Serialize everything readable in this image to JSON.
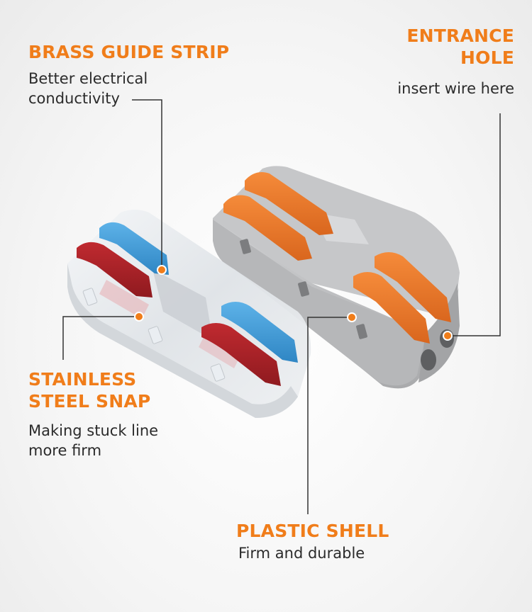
{
  "callouts": {
    "brass": {
      "title": "BRASS GUIDE STRIP",
      "text": "Better electrical conductivity"
    },
    "entrance": {
      "title": "ENTRANCE HOLE",
      "text": "insert wire here"
    },
    "snap": {
      "title": "STAINLESS STEEL SNAP",
      "text": "Making stuck line more firm"
    },
    "shell": {
      "title": "PLASTIC SHELL",
      "text": "Firm and durable"
    }
  },
  "colors": {
    "accent": "#f07d1a",
    "text": "#2b2b2b",
    "lever_orange": "#ee7a2c",
    "lever_blue": "#4aa3dd",
    "lever_red": "#b3232a",
    "shell_gray": "#b8b9bb"
  }
}
